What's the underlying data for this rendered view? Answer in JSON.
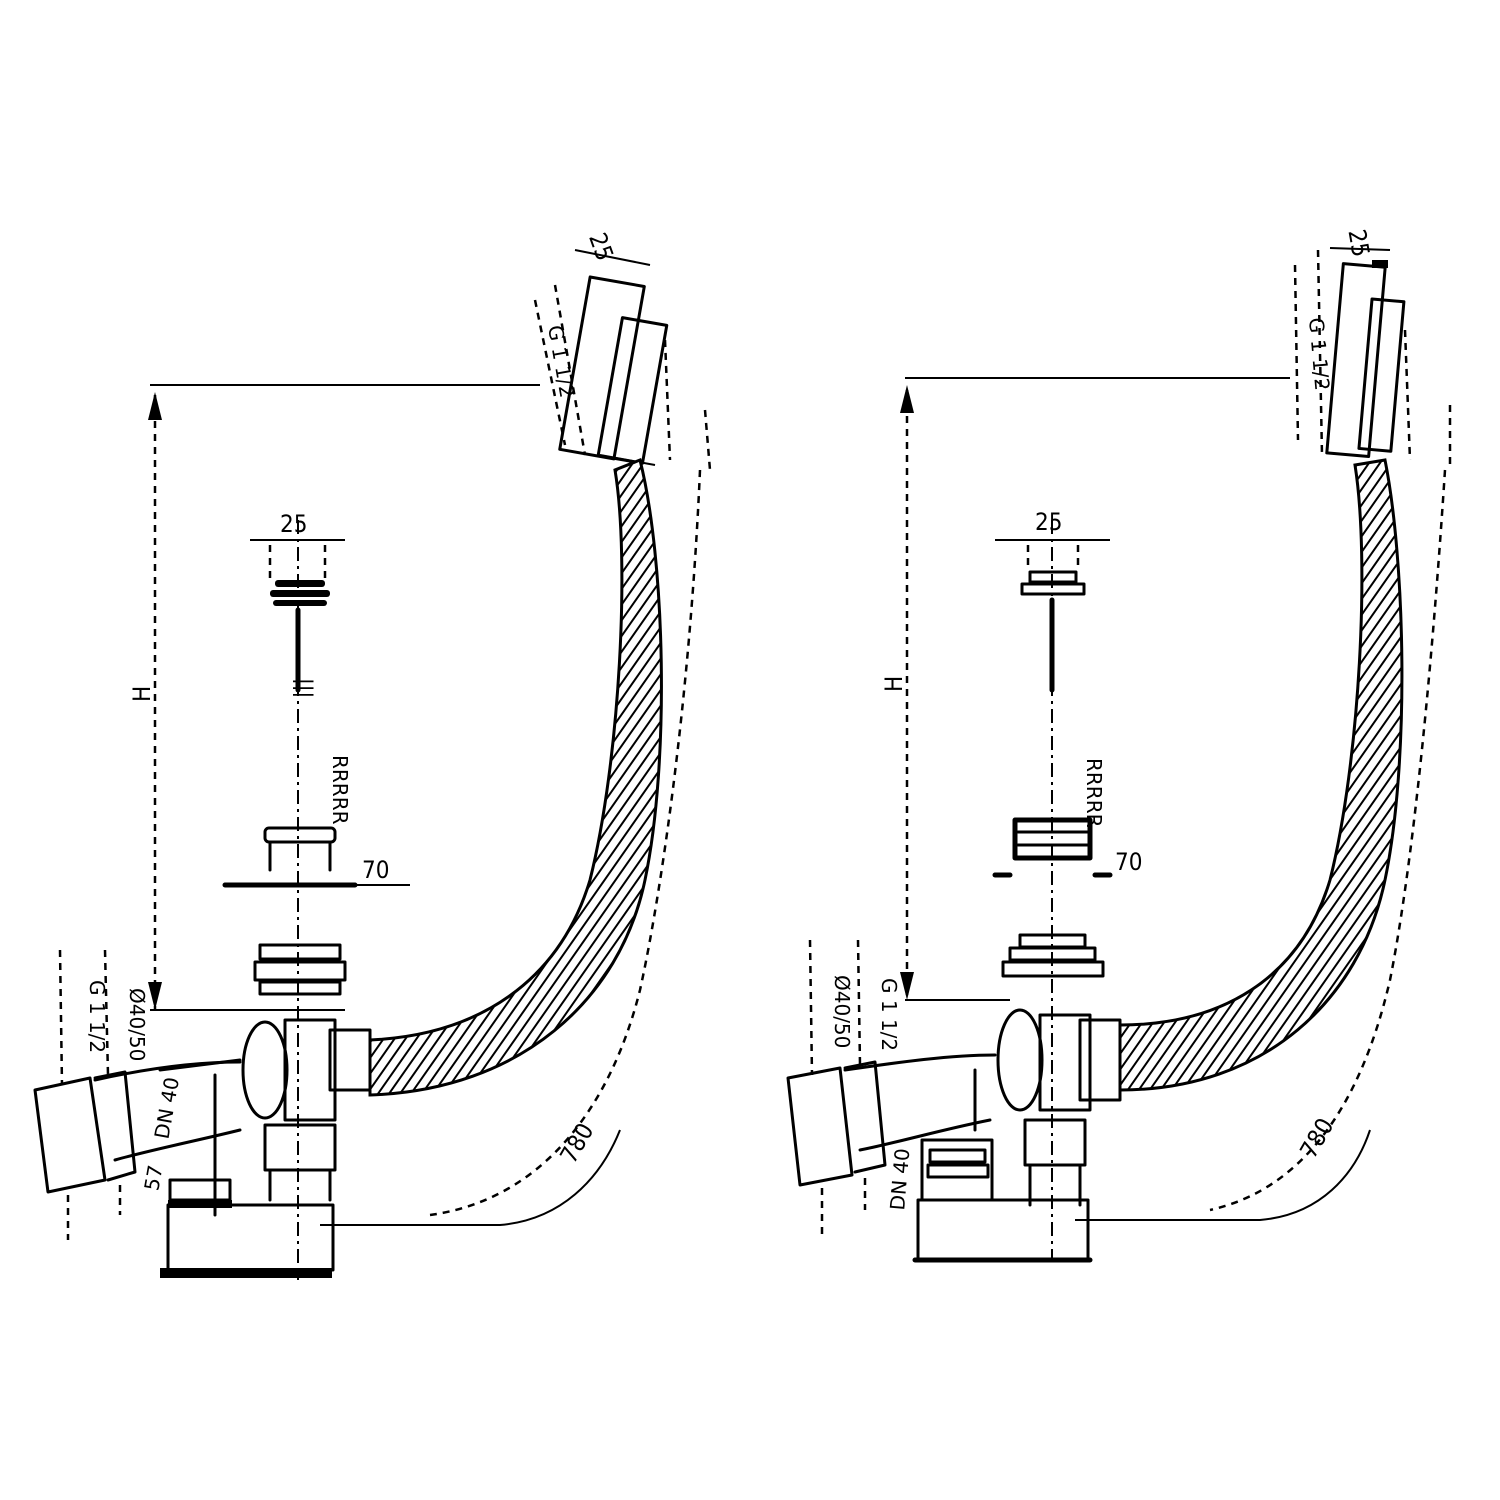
{
  "figure": {
    "views": [
      {
        "id": "left",
        "labels": {
          "stopper_dim": "25",
          "flange_dim": "70",
          "height_dim": "H",
          "length_dim": "780",
          "overflow_top_dim": "25",
          "overflow_side_dim": "G 1 1/2",
          "waste_dim_a": "G 1 1/2",
          "waste_dim_b": "Ø40/50",
          "small_dim_a": "57",
          "small_dim_b": "DN 40"
        }
      },
      {
        "id": "right",
        "labels": {
          "stopper_dim": "25",
          "flange_dim": "70",
          "height_dim": "H",
          "length_dim": "780",
          "overflow_top_dim": "25",
          "overflow_side_dim": "G 1 1/2",
          "waste_dim_a": "Ø40/50",
          "waste_dim_b": "G 1 1/2",
          "small_dim_a": "DN 40"
        }
      }
    ]
  }
}
